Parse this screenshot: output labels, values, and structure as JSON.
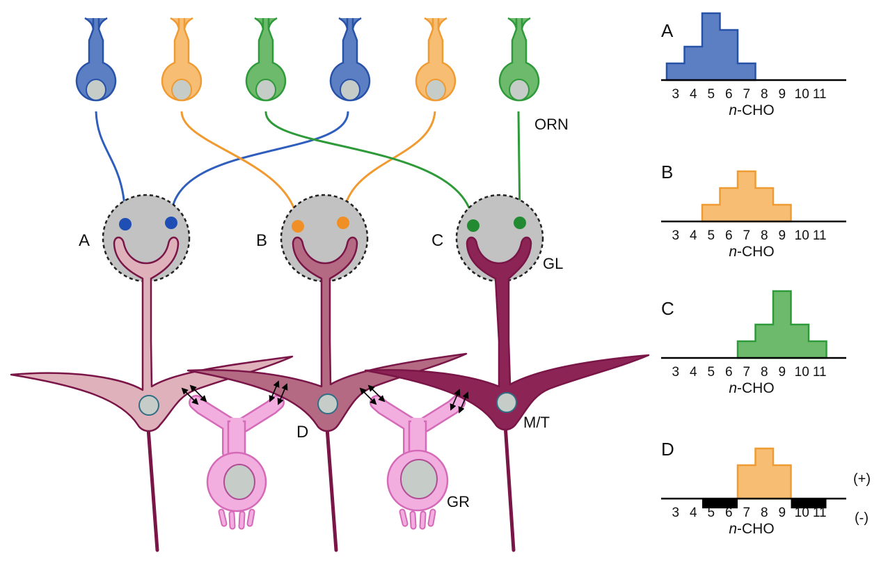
{
  "colors": {
    "blue": "#5b7fc2",
    "blue_stroke": "#2752a8",
    "blue_dark": "#1f4fb5",
    "orange": "#f6bd73",
    "orange_stroke": "#ef9b33",
    "orange_dark": "#f08f25",
    "green": "#6dba6d",
    "green_stroke": "#2f9a3a",
    "green_dark": "#228b31",
    "nucleus": "#c6ccc8",
    "glomerulus": "#c2c2c2",
    "mt_a": "#dfb1bb",
    "mt_b": "#b56a83",
    "mt_c": "#8c2456",
    "mt_stroke": "#7a1547",
    "granule": "#f3aee0",
    "granule_stroke": "#d56ab8",
    "axon": "#7a1547",
    "inhibit": "#000000"
  },
  "labels": {
    "glom_a": "A",
    "glom_b": "B",
    "glom_c": "C",
    "orn": "ORN",
    "gl": "GL",
    "d": "D",
    "mt": "M/T",
    "gr": "GR"
  },
  "chart_data": [
    {
      "type": "bar",
      "title": "A",
      "x": [
        3,
        4,
        5,
        6,
        7,
        8,
        9,
        10,
        11
      ],
      "values": [
        1,
        2,
        4,
        3,
        1,
        0,
        0,
        0,
        0
      ],
      "xlabel": "n-CHO",
      "color": "#5b7fc2"
    },
    {
      "type": "bar",
      "title": "B",
      "x": [
        3,
        4,
        5,
        6,
        7,
        8,
        9,
        10,
        11
      ],
      "values": [
        0,
        0,
        1,
        2,
        3,
        2,
        1,
        0,
        0
      ],
      "xlabel": "n-CHO",
      "color": "#f6bd73"
    },
    {
      "type": "bar",
      "title": "C",
      "x": [
        3,
        4,
        5,
        6,
        7,
        8,
        9,
        10,
        11
      ],
      "values": [
        0,
        0,
        0,
        0,
        1,
        2,
        4,
        2,
        1
      ],
      "xlabel": "n-CHO",
      "color": "#6dba6d"
    },
    {
      "type": "bar",
      "title": "D",
      "x": [
        3,
        4,
        5,
        6,
        7,
        8,
        9,
        10,
        11
      ],
      "values": [
        0,
        0,
        -1,
        -1,
        2,
        3,
        2,
        -1,
        -1
      ],
      "xlabel": "n-CHO",
      "plus_label": "(+)",
      "minus_label": "(-)",
      "color": "#f6bd73"
    }
  ]
}
